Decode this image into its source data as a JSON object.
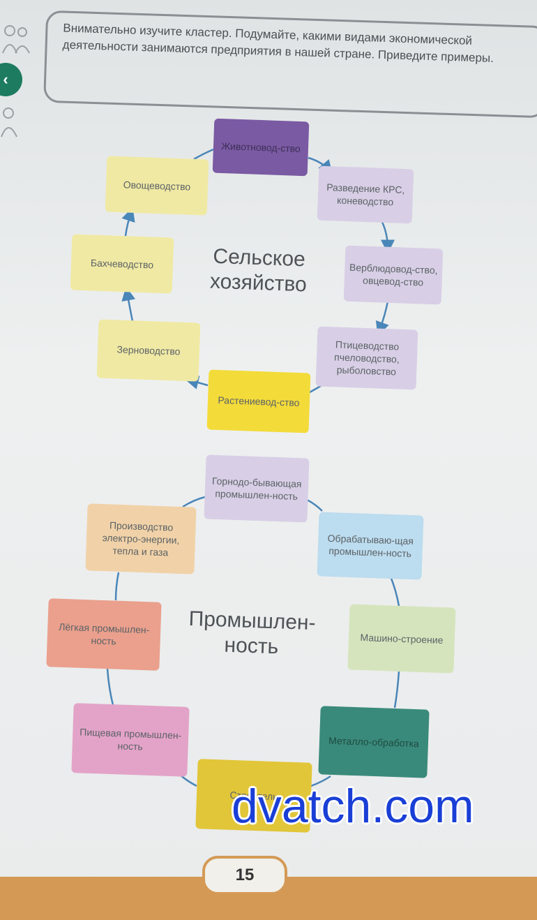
{
  "task": {
    "text": "Внимательно изучите кластер. Подумайте, какими видами экономической деятельности занимаются предприятия в нашей стране. Приведите примеры."
  },
  "agriculture": {
    "title_line1": "Сельское",
    "title_line2": "хозяйство",
    "nodes": [
      "Животновод-ство",
      "Разведение КРС, коневодство",
      "Верблюдовод-ство, овцевод-ство",
      "Птицеводство пчеловодство, рыболовство",
      "Растениевод-ство",
      "Зерноводство",
      "Бахчеводство",
      "Овощеводство"
    ]
  },
  "industry": {
    "title_line1": "Промышлен-",
    "title_line2": "ность",
    "nodes": [
      "Горнодо-бывающая промышлен-ность",
      "Обрабатываю-щая промышлен-ность",
      "Машино-строение",
      "Металло-обработка",
      "Стройтель",
      "Пищевая промышлен-ность",
      "Лёгкая промышлен-ность",
      "Производство электро-энергии, тепла и газа"
    ]
  },
  "colors": {
    "purple": "#7a5aa3",
    "lilac": "#d8cfe6",
    "yellow": "#f0e9a4",
    "bright_yellow": "#f3db3a",
    "light_blue": "#bcdcef",
    "pale_green": "#d6e4bd",
    "teal": "#3a8a7b",
    "ochre": "#e2c639",
    "pink": "#e3a3c8",
    "salmon": "#eaa08d",
    "peach": "#f1d2a8",
    "arrow": "#4a86b8"
  },
  "page_number": "15",
  "watermark": "dvatch.com"
}
